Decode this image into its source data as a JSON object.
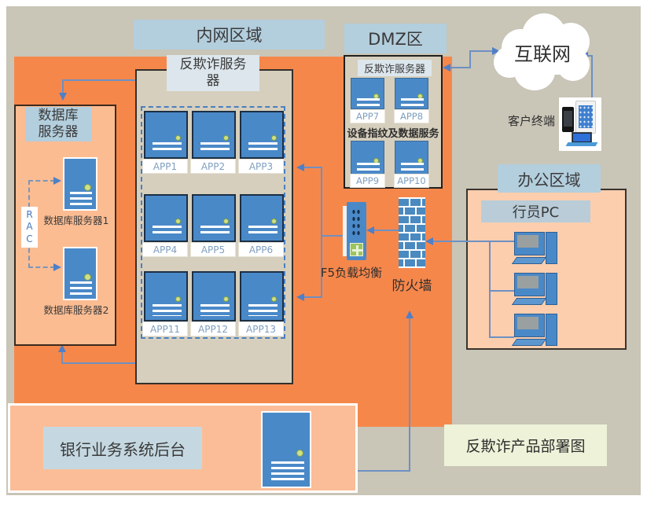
{
  "zones": {
    "intranet": "内网区域",
    "dmz": "DMZ区",
    "office": "办公区域",
    "internet": "互联网",
    "caption": "反欺诈产品部署图"
  },
  "intranet": {
    "antifraud_title": "反欺诈服务\n器",
    "apps": [
      "APP1",
      "APP2",
      "APP3",
      "APP4",
      "APP5",
      "APP6",
      "APP11",
      "APP12",
      "APP13"
    ]
  },
  "database": {
    "title": "数据库\n服务器",
    "server1": "数据库服务器1",
    "server2": "数据库服务器2",
    "rac": "R\nA\nC"
  },
  "dmz": {
    "antifraud_title": "反欺诈服务器",
    "fingerprint_title": "设备指纹及数据服务",
    "apps": [
      "APP7",
      "APP8",
      "APP9",
      "APP10"
    ]
  },
  "network": {
    "f5": "F5负载均衡",
    "firewall": "防火墙"
  },
  "client": {
    "label": "客户终端"
  },
  "office": {
    "pc_label": "行员PC"
  },
  "backend": {
    "label": "银行业务系统后台"
  },
  "colors": {
    "background": "#c9c5b7",
    "intranet_fill": "#f6874b",
    "server_box_fill": "#d6cfbd",
    "peach_fill": "#fbbc92",
    "zone_label_fill": "#b3cedd",
    "caption_fill": "#edf2d8",
    "server_blue": "#4a89c8",
    "connector_blue": "#4f7fc6"
  }
}
